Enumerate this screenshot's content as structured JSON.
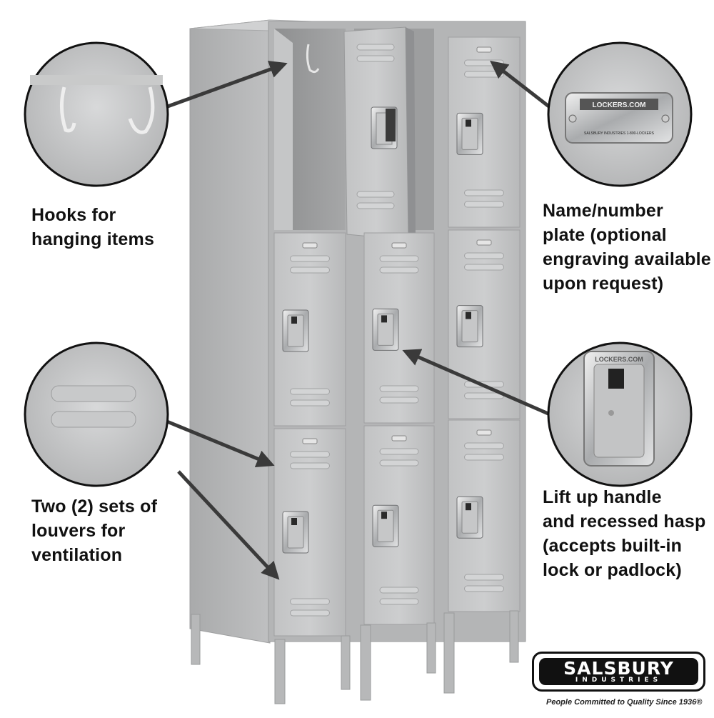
{
  "callouts": {
    "hooks": "Hooks for\nhanging items",
    "louvers": "Two (2) sets of\nlouvers for\nventilation",
    "plate": "Name/number\nplate (optional\nengraving available\nupon request)",
    "handle": "Lift up handle\nand recessed hasp\n(accepts built-in\nlock or padlock)"
  },
  "inset_plate": {
    "top_text": "LOCKERS.COM",
    "bottom_text": "SALSBURY INDUSTRIES   1-800-LOCKERS"
  },
  "inset_handle": {
    "text": "LOCKERS.COM"
  },
  "brand": {
    "name": "SALSBURY",
    "sub": "INDUSTRIES",
    "tagline": "People Committed to Quality Since 1936®"
  },
  "colors": {
    "locker_gray": "#b9babb",
    "locker_dark": "#8f9092",
    "arrow": "#3a3a3a",
    "text": "#111111"
  }
}
